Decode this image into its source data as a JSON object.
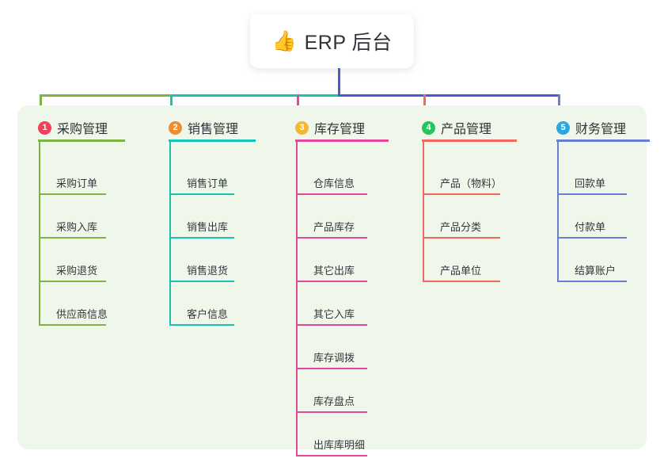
{
  "root": {
    "icon": "thumbs-up-emoji",
    "emoji": "👍",
    "title": "ERP 后台"
  },
  "palette": {
    "panel_bg": "#eef7e9",
    "card_bg": "#ffffff",
    "text": "#2f3338",
    "root_stem": "#4a5ccd",
    "bar_green": "#7cb342",
    "bar_teal": "#17c3b2",
    "bar_blue": "#4a5ccd"
  },
  "columns": [
    {
      "number": "1",
      "label": "采购管理",
      "badge_color": "#f0405a",
      "line_color": "#7cb342",
      "items": [
        "采购订单",
        "采购入库",
        "采购退货",
        "供应商信息"
      ]
    },
    {
      "number": "2",
      "label": "销售管理",
      "badge_color": "#f08c2e",
      "line_color": "#17c3b2",
      "items": [
        "销售订单",
        "销售出库",
        "销售退货",
        "客户信息"
      ]
    },
    {
      "number": "3",
      "label": "库存管理",
      "badge_color": "#f5b731",
      "line_color": "#e5489a",
      "items": [
        "仓库信息",
        "产品库存",
        "其它出库",
        "其它入库",
        "库存调拨",
        "库存盘点",
        "出库库明细"
      ]
    },
    {
      "number": "4",
      "label": "产品管理",
      "badge_color": "#22c55e",
      "line_color": "#f4675f",
      "items": [
        "产品（物料）",
        "产品分类",
        "产品单位"
      ]
    },
    {
      "number": "5",
      "label": "财务管理",
      "badge_color": "#29a8e0",
      "line_color": "#6a7fd4",
      "items": [
        "回款单",
        "付款单",
        "结算账户"
      ]
    }
  ]
}
